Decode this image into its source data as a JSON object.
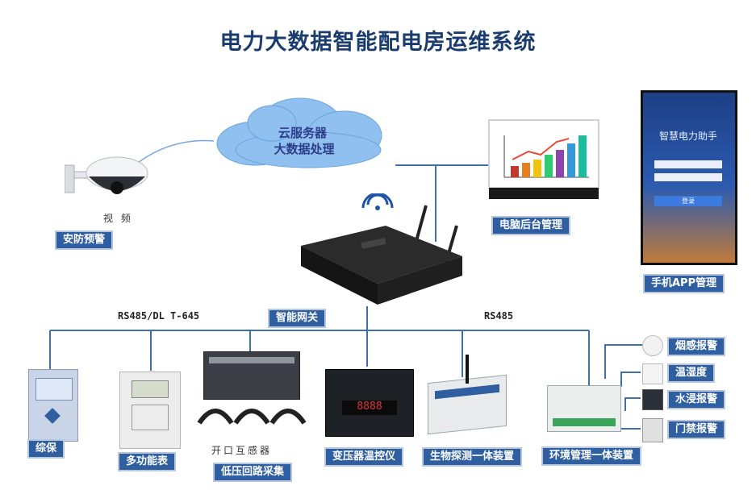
{
  "title": "电力大数据智能配电房运维系统",
  "cloud": {
    "line1": "云服务器",
    "line2": "大数据处理"
  },
  "camera": {
    "caption": "视 频",
    "label": "安防预警"
  },
  "pc": {
    "label": "电脑后台管理"
  },
  "phone": {
    "app_title": "智慧电力助手",
    "login": "登录",
    "label": "手机APP管理"
  },
  "gateway": {
    "label": "智能网关"
  },
  "protocols": {
    "left": "RS485/DL T-645",
    "right": "RS485"
  },
  "devices": [
    {
      "label": "综保"
    },
    {
      "label": "多功能表"
    },
    {
      "label": "低压回路采集",
      "caption": "开口互感器"
    },
    {
      "label": "变压器温控仪"
    },
    {
      "label": "生物探测一体装置"
    },
    {
      "label": "环境管理一体装置"
    }
  ],
  "sensors": [
    {
      "label": "烟感报警"
    },
    {
      "label": "温湿度"
    },
    {
      "label": "水浸报警"
    },
    {
      "label": "门禁报警"
    }
  ]
}
